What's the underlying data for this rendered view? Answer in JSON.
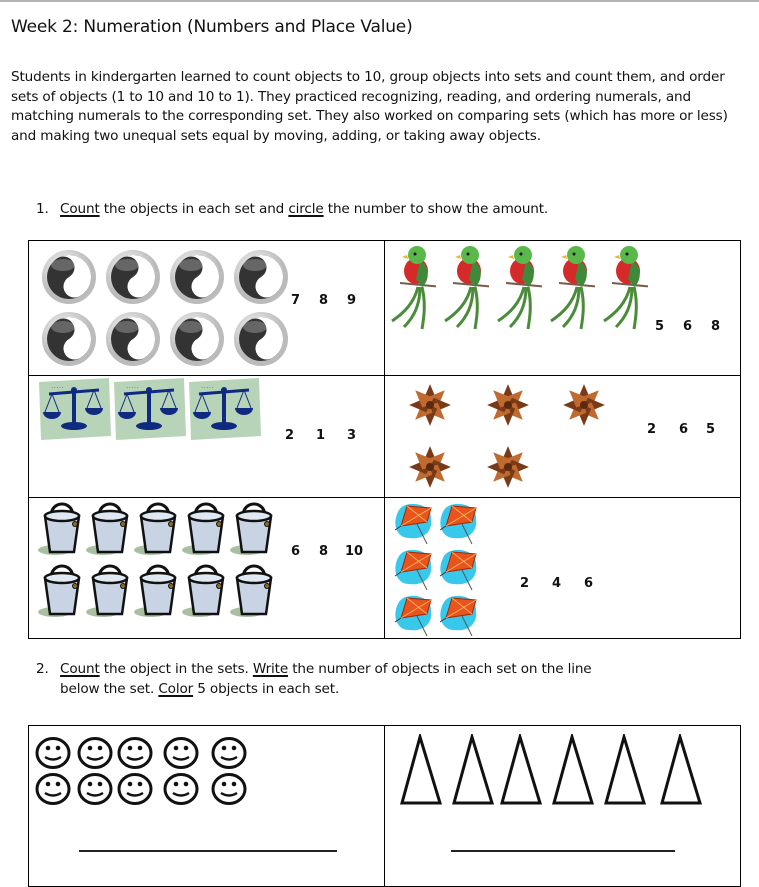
{
  "title": "Week 2: Numeration (Numbers and Place Value)",
  "intro": "Students in kindergarten learned to count objects to 10, group objects into sets and count them, and order sets of objects (1 to 10 and 10 to 1). They practiced recognizing, reading, and ordering numerals, and matching numerals to the corresponding set. They also worked on comparing sets (which has more or less) and making two unequal sets equal by moving, adding, or taking away objects.",
  "question1": {
    "number": "1.",
    "verb1": "Count",
    "text1": " the objects in each set and ",
    "verb2": "circle",
    "text2": " the number to show the amount."
  },
  "q1_sets": [
    {
      "object": "yin-yang",
      "count": 8,
      "choices": [
        "7",
        "8",
        "9"
      ]
    },
    {
      "object": "quetzal-bird",
      "count": 5,
      "choices": [
        "5",
        "6",
        "8"
      ]
    },
    {
      "object": "balance-scale",
      "count": 3,
      "choices": [
        "2",
        "1",
        "3"
      ]
    },
    {
      "object": "star-anise",
      "count": 5,
      "choices": [
        "2",
        "6",
        "5"
      ]
    },
    {
      "object": "bucket",
      "count": 10,
      "choices": [
        "6",
        "8",
        "10"
      ]
    },
    {
      "object": "kite",
      "count": 6,
      "choices": [
        "2",
        "4",
        "6"
      ]
    }
  ],
  "question2": {
    "number": "2.",
    "verb1": "Count",
    "text1": " the object in the sets. ",
    "verb2": "Write",
    "text2": " the number of objects in each set on the line",
    "text3": "below the set. ",
    "verb3": "Color",
    "text4": " 5 objects in each set."
  },
  "q2_sets": [
    {
      "object": "smiley-face",
      "count": 10
    },
    {
      "object": "triangle",
      "count": 6
    }
  ]
}
